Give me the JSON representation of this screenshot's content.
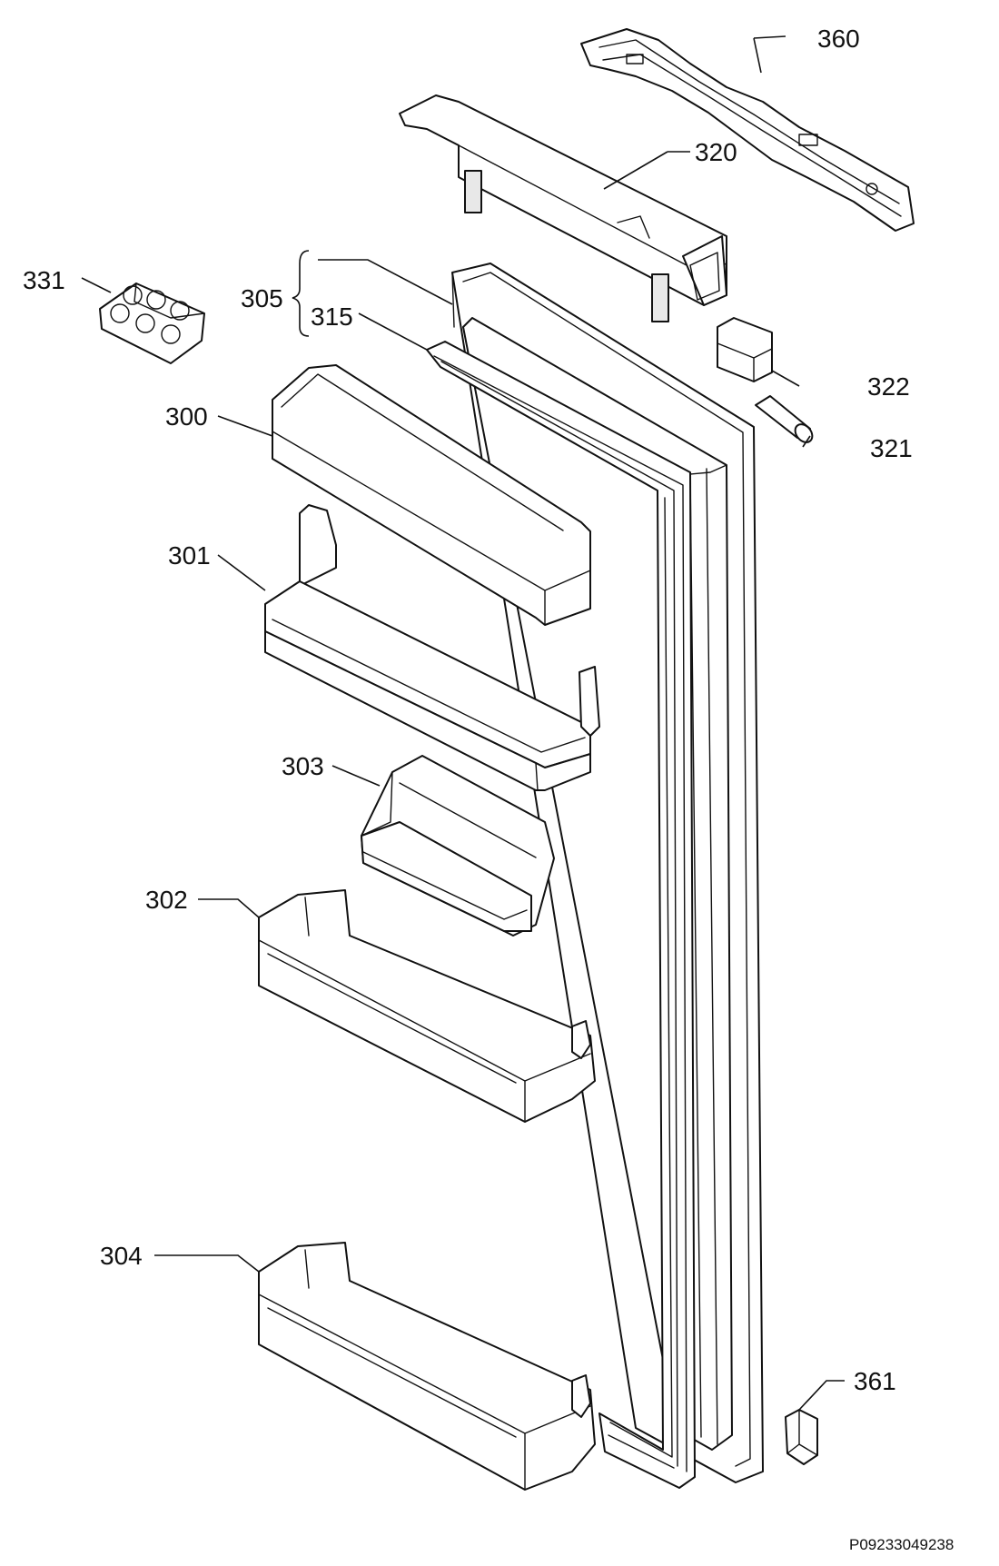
{
  "callouts": {
    "c360": "360",
    "c320": "320",
    "c331": "331",
    "c305": "305",
    "c315": "315",
    "c322": "322",
    "c321": "321",
    "c300": "300",
    "c301": "301",
    "c303": "303",
    "c302": "302",
    "c304": "304",
    "c361": "361"
  },
  "document_ref": "P09233049238"
}
